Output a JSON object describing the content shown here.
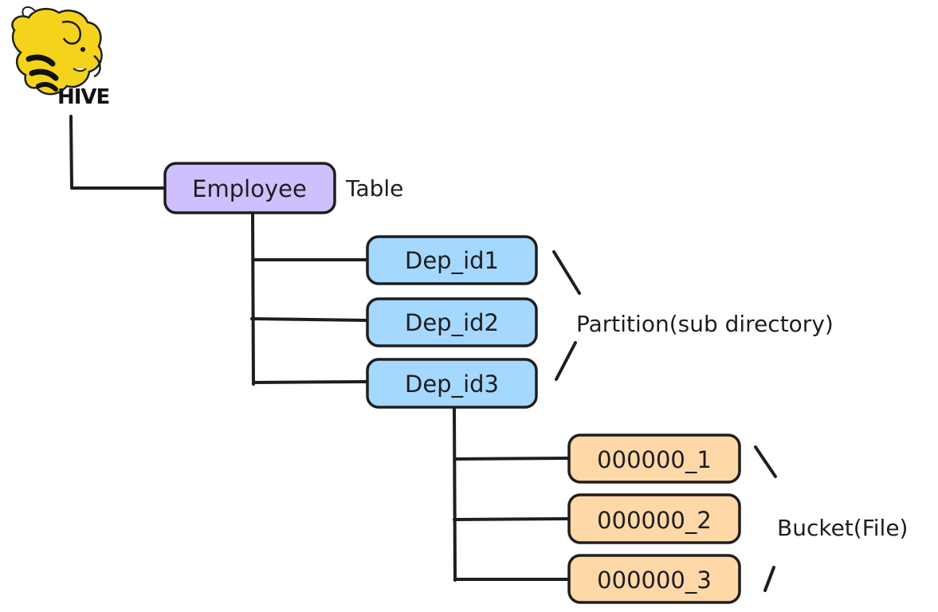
{
  "logo": {
    "word": "HIVE",
    "icon": "hive-elephant-bee-logo-icon"
  },
  "colors": {
    "table": "#d0bfff",
    "partition": "#a5d8ff",
    "bucket": "#ffd8a8",
    "stroke": "#1e1e1e",
    "logo_yellow": "#f4d31c"
  },
  "table": {
    "label": "Employee",
    "caption": "Table"
  },
  "partitions": {
    "items": [
      "Dep_id1",
      "Dep_id2",
      "Dep_id3"
    ],
    "caption": "Partition(sub directory)"
  },
  "buckets": {
    "items": [
      "000000_1",
      "000000_2",
      "000000_3"
    ],
    "caption": "Bucket(File)"
  }
}
